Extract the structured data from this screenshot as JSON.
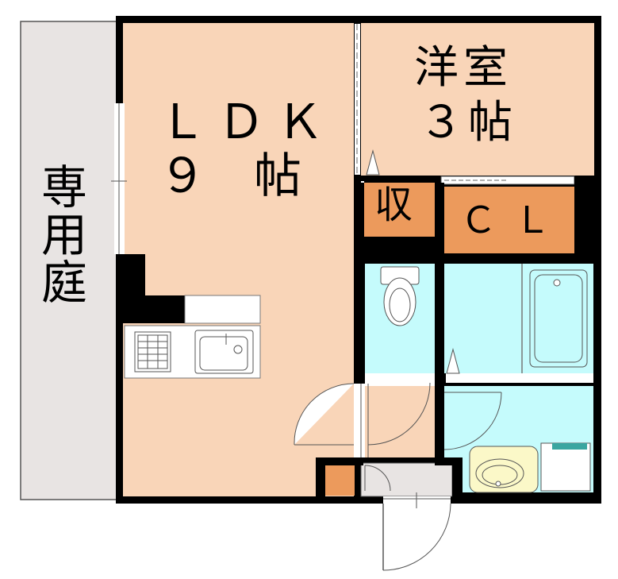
{
  "rooms": {
    "garden": "専用庭",
    "ldk_line1": "ＬＤＫ",
    "ldk_line2": "９　帖",
    "western_line1": "洋室",
    "western_line2": "３帖",
    "storage": "収",
    "closet": "ＣＬ"
  },
  "colors": {
    "ldk_floor": "#f9d5b8",
    "western_floor": "#f9d5b8",
    "storage_fill": "#ec9a5c",
    "wet_area": "#c5fbfc",
    "garden": "#e8e4e3",
    "wall": "#000000",
    "fixture_stroke": "#555555",
    "washbasin_fill": "#fbf8c8"
  }
}
